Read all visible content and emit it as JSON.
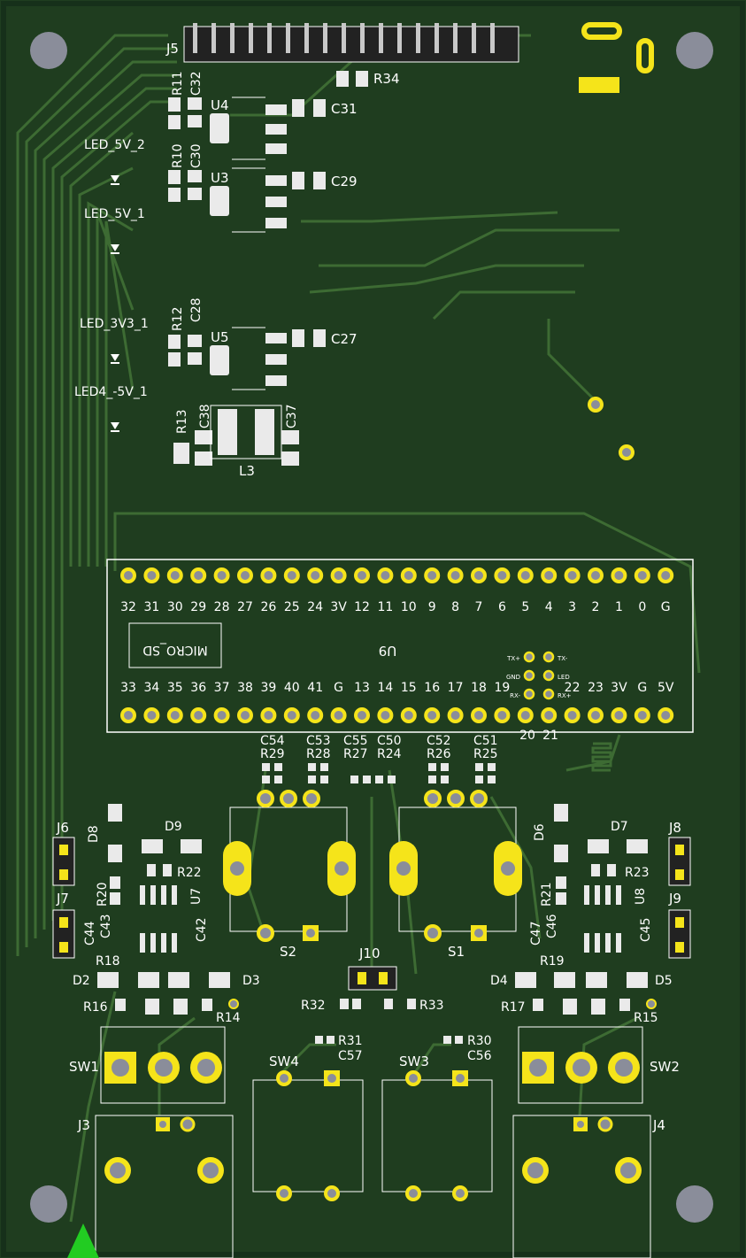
{
  "colors": {
    "board": "#1f3d1f",
    "board_edge": "#16301a",
    "trace": "#3d6b33",
    "silk": "#ffffff",
    "copper": "#f5e41a",
    "pad": "#eaeaea",
    "hole": "#8a8d9a",
    "pin_header": "#222222"
  },
  "module": {
    "top_pins": [
      "32",
      "31",
      "30",
      "29",
      "28",
      "27",
      "26",
      "25",
      "24",
      "3V",
      "12",
      "11",
      "10",
      "9",
      "8",
      "7",
      "6",
      "5",
      "4",
      "3",
      "2",
      "1",
      "0",
      "G"
    ],
    "bottom_pins": [
      "33",
      "34",
      "35",
      "36",
      "37",
      "38",
      "39",
      "40",
      "41",
      "G",
      "13",
      "14",
      "15",
      "16",
      "17",
      "18",
      "19",
      "",
      "22",
      "23",
      "3V",
      "G",
      "5V"
    ],
    "bottom_sub_pins": [
      "20",
      "21"
    ],
    "ref": "U9",
    "sd_label": "MICRO_SD",
    "eth_labels": [
      "TX+",
      "TX-",
      "GND",
      "LED",
      "RX-",
      "RX+"
    ]
  },
  "labels": {
    "J5": "J5",
    "R34": "R34",
    "R11": "R11",
    "C32": "C32",
    "U4": "U4",
    "C31": "C31",
    "LED_5V_2": "LED_5V_2",
    "R10": "R10",
    "C30": "C30",
    "U3": "U3",
    "C29": "C29",
    "LED_5V_1": "LED_5V_1",
    "LED_3V3_1": "LED_3V3_1",
    "R12": "R12",
    "C28": "C28",
    "U5": "U5",
    "C27": "C27",
    "LED4_-5V_1": "LED4_-5V_1",
    "R13": "R13",
    "C38": "C38",
    "C37": "C37",
    "L3": "L3",
    "C54": "C54",
    "R29": "R29",
    "C53": "C53",
    "R28": "R28",
    "C55": "C55",
    "R27": "R27",
    "C50": "C50",
    "R24": "R24",
    "C52": "C52",
    "R26": "R26",
    "C51": "C51",
    "R25": "R25",
    "J6": "J6",
    "D8": "D8",
    "D9": "D9",
    "R22": "R22",
    "R20": "R20",
    "U7": "U7",
    "J7": "J7",
    "C43": "C43",
    "C44": "C44",
    "C42": "C42",
    "R18": "R18",
    "D2": "D2",
    "D3": "D3",
    "R16": "R16",
    "R14": "R14",
    "S2": "S2",
    "S1": "S1",
    "J10": "J10",
    "R32": "R32",
    "R33": "R33",
    "D6": "D6",
    "D7": "D7",
    "J8": "J8",
    "R21": "R21",
    "R23": "R23",
    "U8": "U8",
    "J9": "J9",
    "C46": "C46",
    "C47": "C47",
    "C45": "C45",
    "R19": "R19",
    "D4": "D4",
    "D5": "D5",
    "R17": "R17",
    "R15": "R15",
    "SW1": "SW1",
    "SW2": "SW2",
    "SW3": "SW3",
    "SW4": "SW4",
    "R31": "R31",
    "C57": "C57",
    "R30": "R30",
    "C56": "C56",
    "J3": "J3",
    "J4": "J4"
  }
}
